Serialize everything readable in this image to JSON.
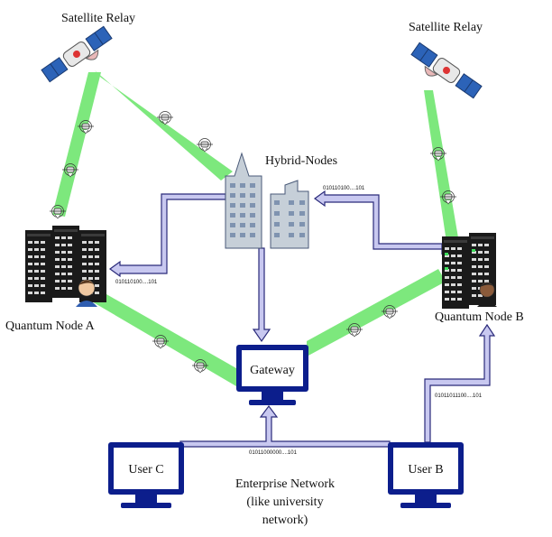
{
  "labels": {
    "satellite_left": "Satellite Relay",
    "satellite_right": "Satellite Relay",
    "hybrid_nodes": "Hybrid-Nodes",
    "quantum_node_a": "Quantum Node A",
    "quantum_node_b": "Quantum Node B",
    "gateway": "Gateway",
    "user_c": "User C",
    "user_b": "User B",
    "enterprise_line1": "Enterprise Network",
    "enterprise_line2": "(like university",
    "enterprise_line3": "network)"
  },
  "bitstrings": {
    "to_node_a": "010110100....101",
    "from_node_b": "010110100....101",
    "enterprise_bus": "01011000000....101",
    "user_b_up": "01011011100....101"
  },
  "colors": {
    "beam": "#7de87d",
    "link_fill": "#c8c8f0",
    "link_stroke": "#2a2a7a",
    "monitor": "#0c1e8c",
    "building": "#c6cfd8",
    "server": "#1a1a1a"
  }
}
